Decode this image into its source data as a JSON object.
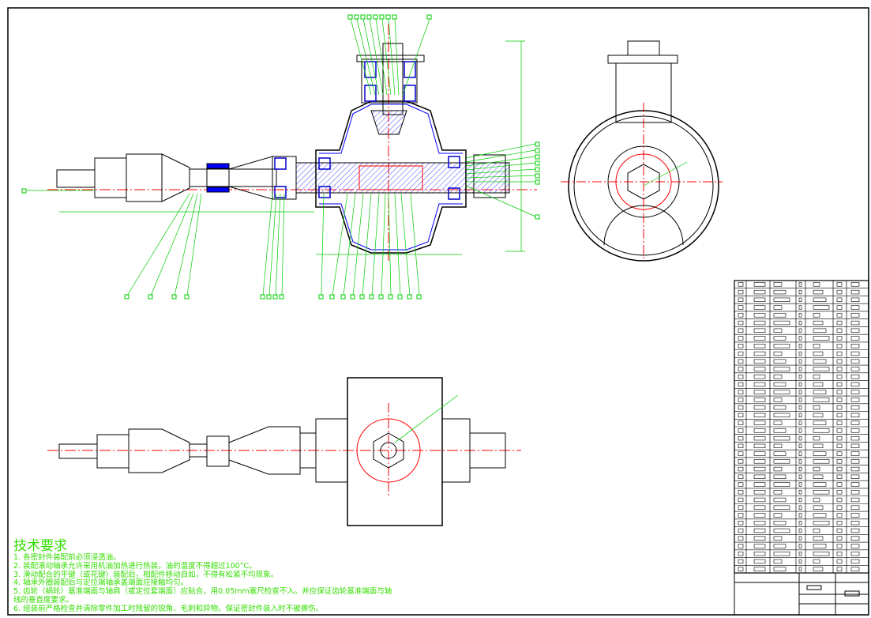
{
  "notes": {
    "title": "技术要求",
    "items": [
      "1. 各密封件装配前必须浸透油。",
      "2. 装配滚动轴承允许采用机油加热进行热装，油的温度不得超过100°C。",
      "3. 滑动配合的平键（或花键）装配后，相配件移动自如，不得有松紧不均现象。",
      "4. 轴承外圈装配后与定位端轴承盖端面应接触均匀。",
      "5. 齿轮（蜗轮）基准端面与轴肩（或定位套端面）应贴合，用0.05mm塞尺检查不入。并应保证齿轮基准端面与轴线的垂直度要求。",
      "6. 组装前严格检查并清除零件加工时残留的锐角、毛刺和异物。保证密封件装入时不被擦伤。"
    ]
  },
  "colors": {
    "outline": "#000000",
    "leader": "#00cc00",
    "centerline": "#ff0000",
    "hatch": "#0000ff",
    "bearing": "#0000cc",
    "dimension": "#00cc00",
    "text": "#33dd00"
  }
}
